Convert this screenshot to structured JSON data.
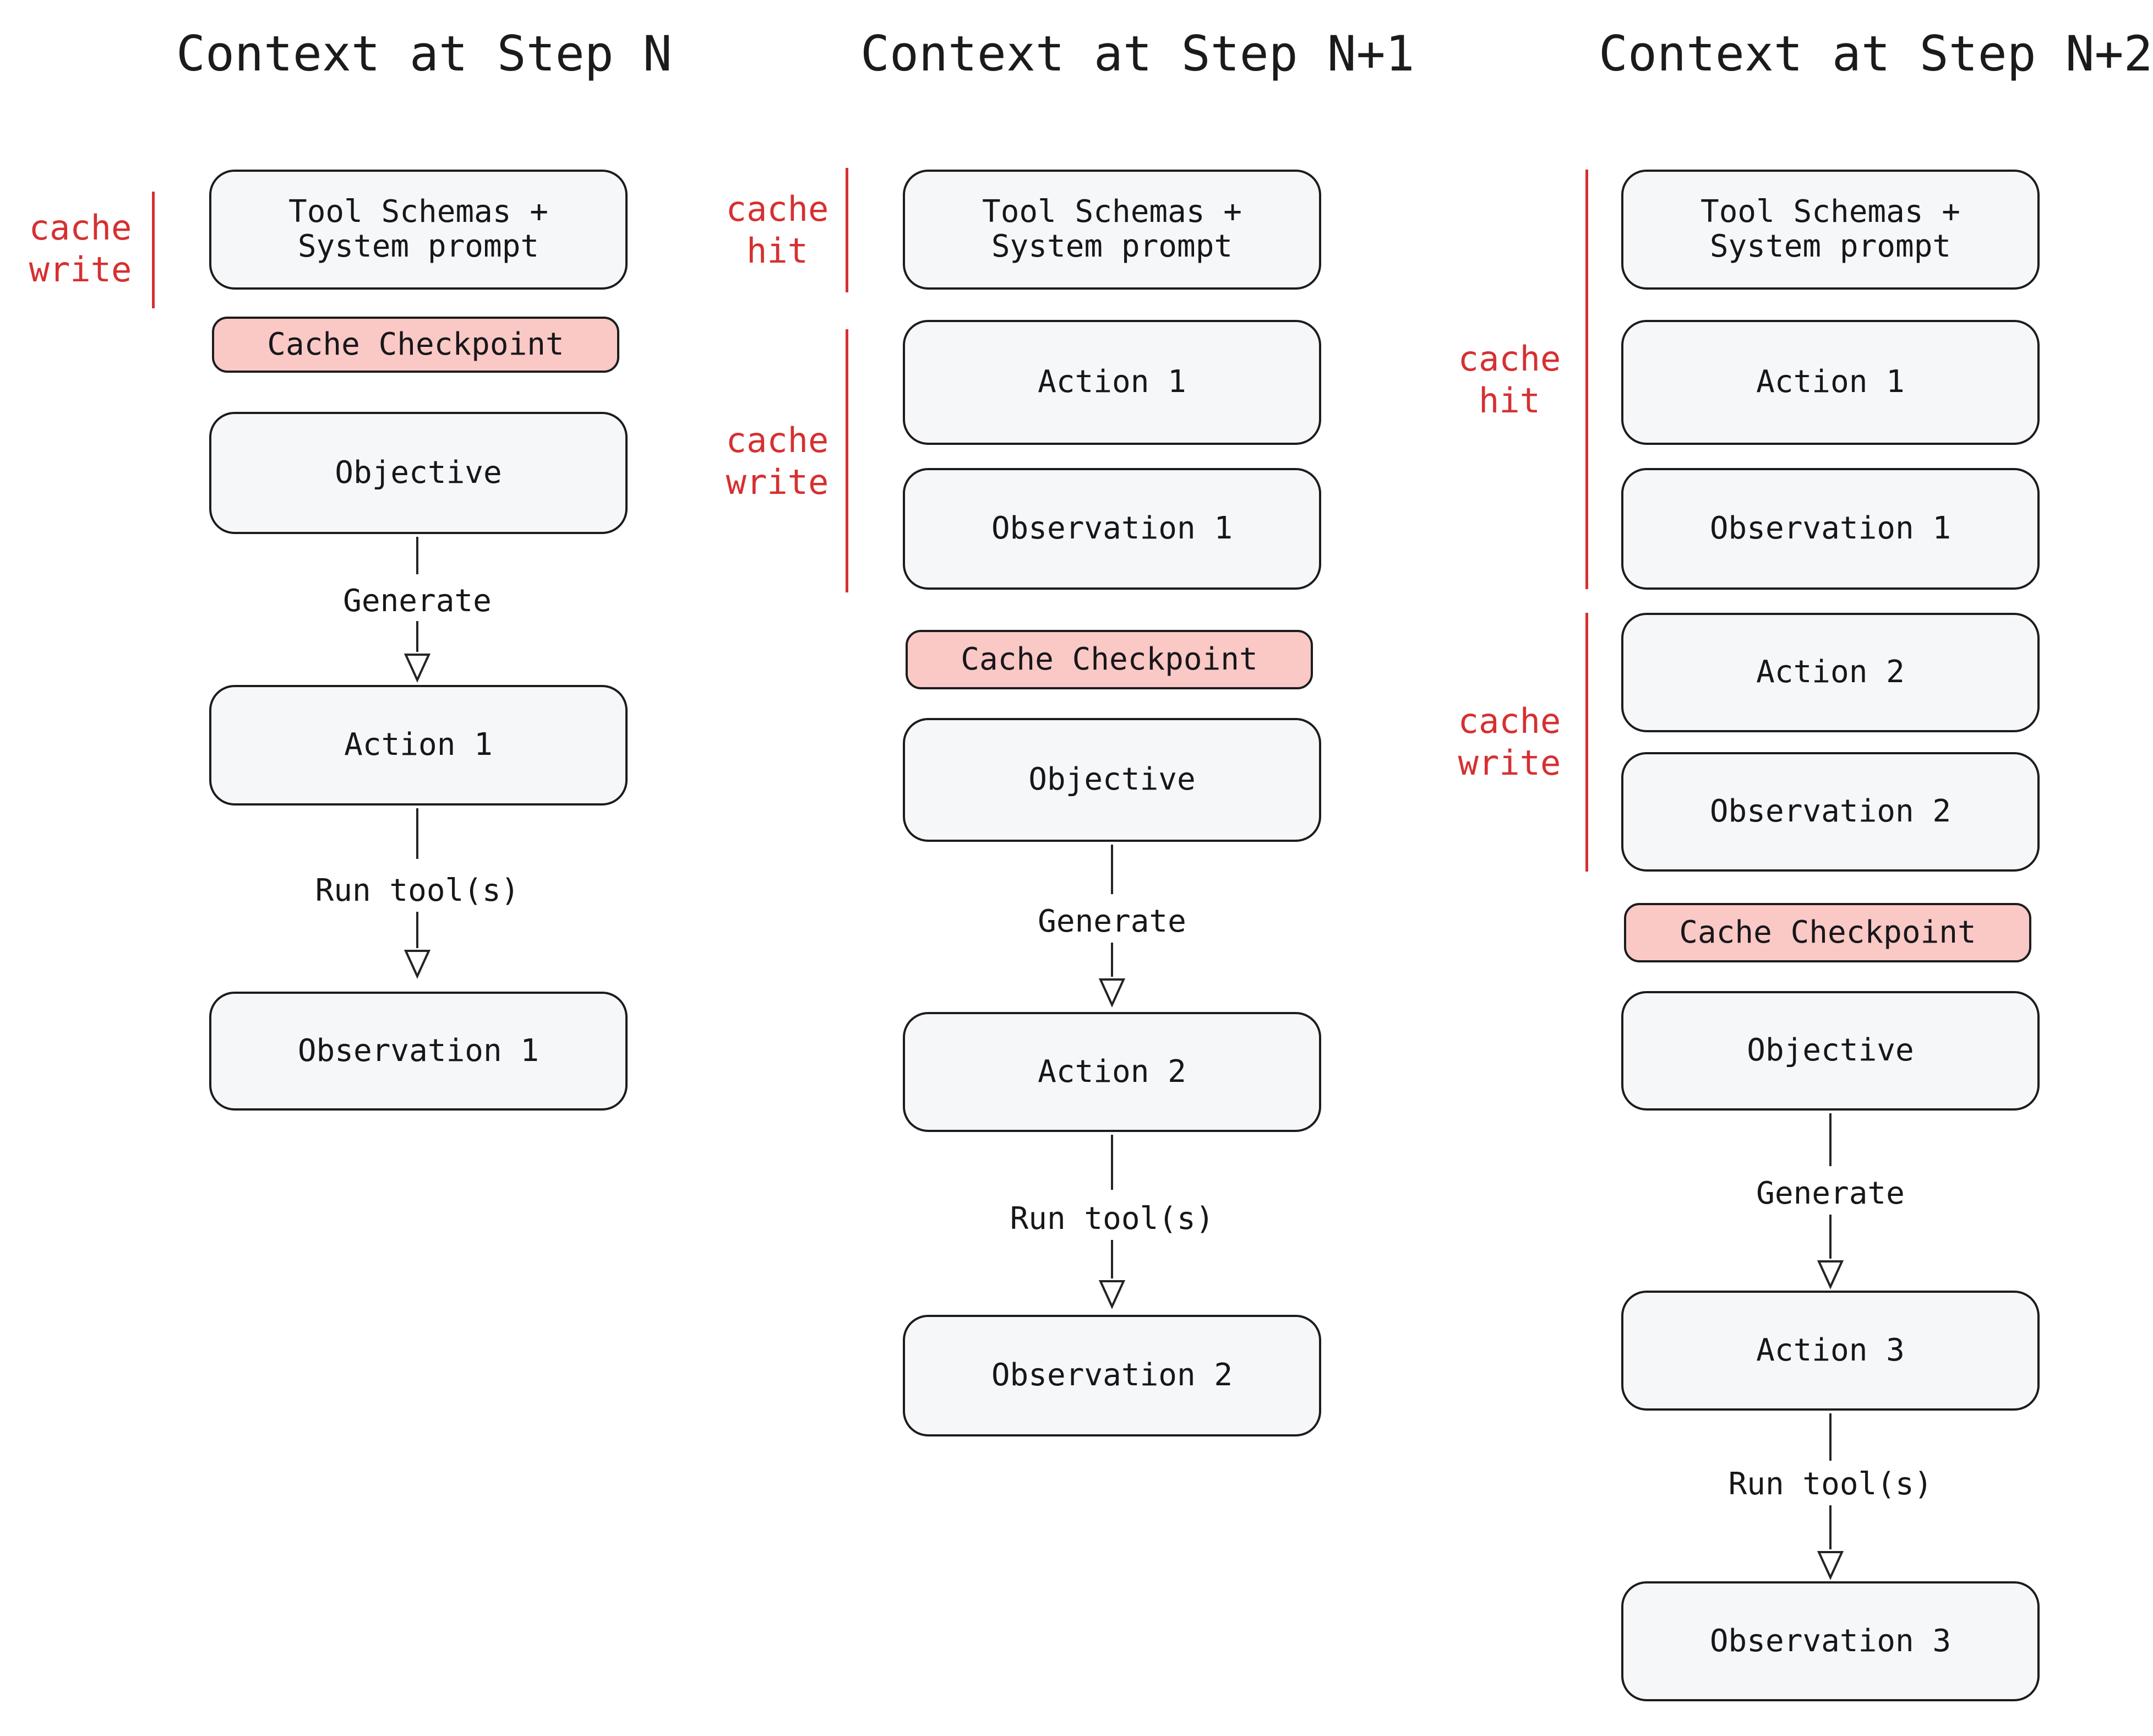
{
  "colors": {
    "accent_red": "#d63031",
    "box_fill": "#f6f7f9",
    "checkpoint_fill": "#fac8c5",
    "border_dark": "#1c1c1e",
    "background": "#ffffff"
  },
  "columns": [
    {
      "title": "Context at Step N",
      "side_labels": [
        "cache\nwrite"
      ],
      "boxes": [
        "Tool Schemas +\nSystem prompt",
        "Cache Checkpoint",
        "Objective",
        "Action 1",
        "Observation 1"
      ],
      "arrows": [
        "Generate",
        "Run tool(s)"
      ]
    },
    {
      "title": "Context at Step N+1",
      "side_labels": [
        "cache\nhit",
        "cache\nwrite"
      ],
      "boxes": [
        "Tool Schemas +\nSystem prompt",
        "Action 1",
        "Observation 1",
        "Cache Checkpoint",
        "Objective",
        "Action 2",
        "Observation 2"
      ],
      "arrows": [
        "Generate",
        "Run tool(s)"
      ]
    },
    {
      "title": "Context at Step N+2",
      "side_labels": [
        "cache\nhit",
        "cache\nwrite"
      ],
      "boxes": [
        "Tool Schemas +\nSystem prompt",
        "Action 1",
        "Observation 1",
        "Action 2",
        "Observation 2",
        "Cache Checkpoint",
        "Objective",
        "Action 3",
        "Observation 3"
      ],
      "arrows": [
        "Generate",
        "Run tool(s)"
      ]
    }
  ]
}
